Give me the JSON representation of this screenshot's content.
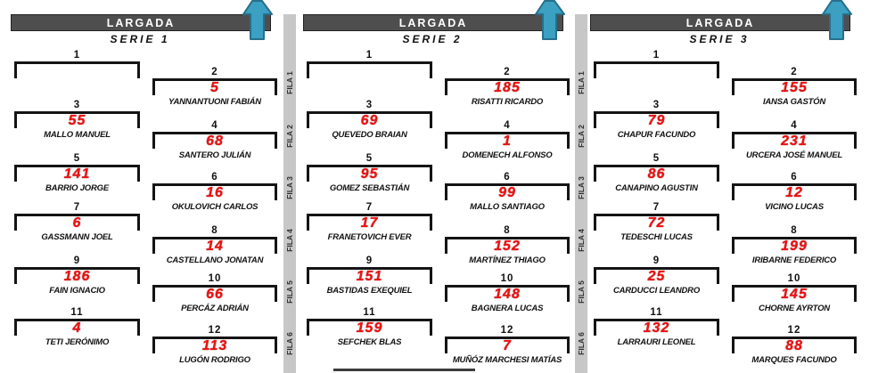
{
  "header": {
    "largada_label": "LARGADA"
  },
  "fila_labels": [
    "FILA 1",
    "FILA 2",
    "FILA 3",
    "FILA 4",
    "FILA 5",
    "FILA 6"
  ],
  "series": [
    {
      "title": "SERIE 1",
      "rows": [
        {
          "pos": "1",
          "num": "",
          "driver": ""
        },
        {
          "pos": "2",
          "num": "5",
          "driver": "YANNANTUONI FABIÁN"
        },
        {
          "pos": "3",
          "num": "55",
          "driver": "MALLO MANUEL"
        },
        {
          "pos": "4",
          "num": "68",
          "driver": "SANTERO JULIÁN"
        },
        {
          "pos": "5",
          "num": "141",
          "driver": "BARRIO JORGE"
        },
        {
          "pos": "6",
          "num": "16",
          "driver": "OKULOVICH CARLOS"
        },
        {
          "pos": "7",
          "num": "6",
          "driver": "GASSMANN JOEL"
        },
        {
          "pos": "8",
          "num": "14",
          "driver": "CASTELLANO JONATAN"
        },
        {
          "pos": "9",
          "num": "186",
          "driver": "FAIN IGNACIO"
        },
        {
          "pos": "10",
          "num": "66",
          "driver": "PERCÁZ ADRIÁN"
        },
        {
          "pos": "11",
          "num": "4",
          "driver": "TETI JERÓNIMO"
        },
        {
          "pos": "12",
          "num": "113",
          "driver": "LUGÓN RODRIGO"
        }
      ]
    },
    {
      "title": "SERIE 2",
      "rows": [
        {
          "pos": "1",
          "num": "",
          "driver": ""
        },
        {
          "pos": "2",
          "num": "185",
          "driver": "RISATTI RICARDO"
        },
        {
          "pos": "3",
          "num": "69",
          "driver": "QUEVEDO BRAIAN"
        },
        {
          "pos": "4",
          "num": "1",
          "driver": "DOMENECH ALFONSO"
        },
        {
          "pos": "5",
          "num": "95",
          "driver": "GOMEZ SEBASTIÁN"
        },
        {
          "pos": "6",
          "num": "99",
          "driver": "MALLO SANTIAGO"
        },
        {
          "pos": "7",
          "num": "17",
          "driver": "FRANETOVICH EVER"
        },
        {
          "pos": "8",
          "num": "152",
          "driver": "MARTÍNEZ THIAGO"
        },
        {
          "pos": "9",
          "num": "151",
          "driver": "BASTIDAS EXEQUIEL"
        },
        {
          "pos": "10",
          "num": "148",
          "driver": "BAGNERA LUCAS"
        },
        {
          "pos": "11",
          "num": "159",
          "driver": "SEFCHEK BLAS"
        },
        {
          "pos": "12",
          "num": "7",
          "driver": "MUÑÓZ MARCHESI MATÍAS"
        }
      ]
    },
    {
      "title": "SERIE 3",
      "rows": [
        {
          "pos": "1",
          "num": "",
          "driver": ""
        },
        {
          "pos": "2",
          "num": "155",
          "driver": "IANSA GASTÓN"
        },
        {
          "pos": "3",
          "num": "79",
          "driver": "CHAPUR FACUNDO"
        },
        {
          "pos": "4",
          "num": "231",
          "driver": "URCERA JOSÉ MANUEL"
        },
        {
          "pos": "5",
          "num": "86",
          "driver": "CANAPINO AGUSTIN"
        },
        {
          "pos": "6",
          "num": "12",
          "driver": "VICINO LUCAS"
        },
        {
          "pos": "7",
          "num": "72",
          "driver": "TEDESCHI LUCAS"
        },
        {
          "pos": "8",
          "num": "199",
          "driver": "IRIBARNE FEDERICO"
        },
        {
          "pos": "9",
          "num": "25",
          "driver": "CARDUCCI LEANDRO"
        },
        {
          "pos": "10",
          "num": "145",
          "driver": "CHORNE AYRTON"
        },
        {
          "pos": "11",
          "num": "132",
          "driver": "LARRAURI LEONEL"
        },
        {
          "pos": "12",
          "num": "88",
          "driver": "MARQUES FACUNDO"
        }
      ]
    }
  ],
  "colors": {
    "car_number_red": "#ee1111",
    "largada_bar_gray": "#4e4e4e",
    "arrow_blue": "#3ba0c2",
    "arrow_border_blue": "#26708c",
    "fila_strip_gray": "#c7c7c7",
    "bracket_black": "#141414"
  }
}
